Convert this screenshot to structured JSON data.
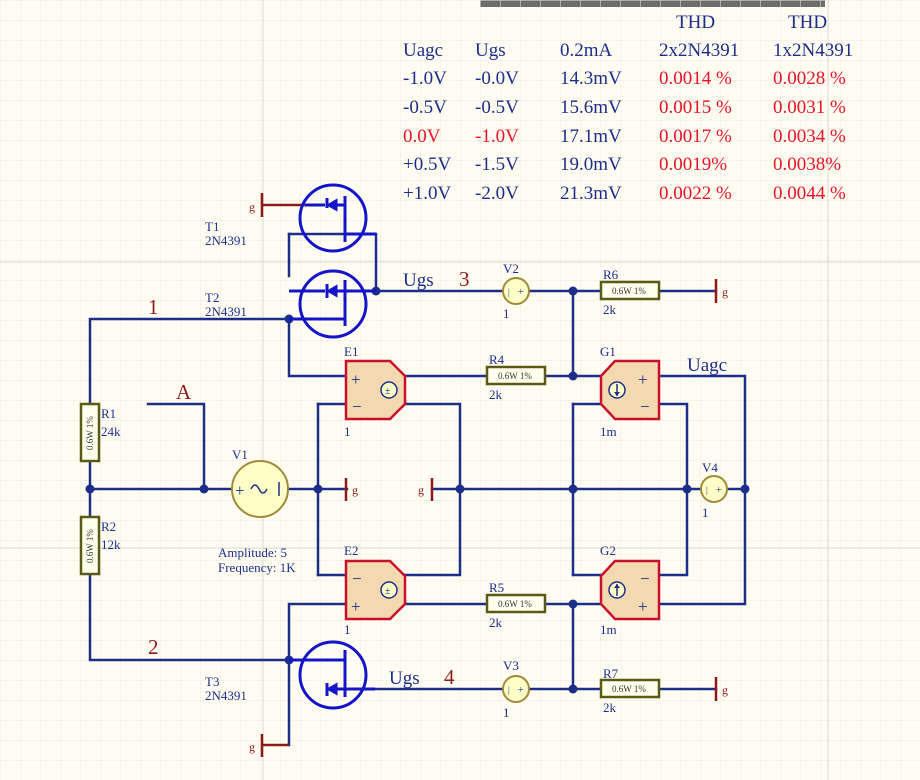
{
  "colors": {
    "wire": "#1c2e8a",
    "jfet": "#1414c8",
    "label_red": "#8b1a1a",
    "part_red": "#c8102e",
    "device_fill": "#f2d9b0",
    "resistor_fill": "#ffffee",
    "source_fill": "#ffffc8",
    "text_red": "#e8122a",
    "grid": "#e6e6de"
  },
  "table": {
    "header_top": [
      "",
      "",
      "",
      "THD",
      "THD"
    ],
    "header": [
      "Uagc",
      "Ugs",
      "0.2mA",
      "2x2N4391",
      "1x2N4391"
    ],
    "rows": [
      {
        "cells": [
          "-1.0V",
          "-0.0V",
          "14.3mV",
          "0.0014 %",
          "0.0028 %"
        ],
        "highlight": false
      },
      {
        "cells": [
          "-0.5V",
          "-0.5V",
          "15.6mV",
          "0.0015 %",
          "0.0031 %"
        ],
        "highlight": false
      },
      {
        "cells": [
          "0.0V",
          "-1.0V",
          "17.1mV",
          "0.0017 %",
          "0.0034 %"
        ],
        "highlight": true
      },
      {
        "cells": [
          "+0.5V",
          "-1.5V",
          "19.0mV",
          "0.0019%",
          "0.0038%"
        ],
        "highlight": false
      },
      {
        "cells": [
          "+1.0V",
          "-2.0V",
          "21.3mV",
          "0.0022 %",
          "0.0044 %"
        ],
        "highlight": false
      }
    ]
  },
  "parts": {
    "t1": {
      "ref": "T1",
      "value": "2N4391"
    },
    "t2": {
      "ref": "T2",
      "value": "2N4391"
    },
    "t3": {
      "ref": "T3",
      "value": "2N4391"
    },
    "r1": {
      "ref": "R1",
      "value": "24k",
      "body": "0.6W 1%"
    },
    "r2": {
      "ref": "R2",
      "value": "12k",
      "body": "0.6W 1%"
    },
    "r4": {
      "ref": "R4",
      "value": "2k",
      "body": "0.6W 1%"
    },
    "r5": {
      "ref": "R5",
      "value": "2k",
      "body": "0.6W 1%"
    },
    "r6": {
      "ref": "R6",
      "value": "2k",
      "body": "0.6W 1%"
    },
    "r7": {
      "ref": "R7",
      "value": "2k",
      "body": "0.6W 1%"
    },
    "e1": {
      "ref": "E1",
      "value": "1"
    },
    "e2": {
      "ref": "E2",
      "value": "1"
    },
    "g1": {
      "ref": "G1",
      "value": "1m"
    },
    "g2": {
      "ref": "G2",
      "value": "1m"
    },
    "v1": {
      "ref": "V1",
      "amplitude": "Amplitude: 5",
      "frequency": "Frequency: 1K"
    },
    "v2": {
      "ref": "V2",
      "value": "1"
    },
    "v3": {
      "ref": "V3",
      "value": "1"
    },
    "v4": {
      "ref": "V4",
      "value": "1"
    }
  },
  "nets": {
    "n1": "1",
    "n2": "2",
    "n3": "3",
    "n4": "4",
    "a": "A",
    "ugs_top": "Ugs",
    "ugs_bottom": "Ugs",
    "uagc": "Uagc",
    "gnd": "g"
  }
}
